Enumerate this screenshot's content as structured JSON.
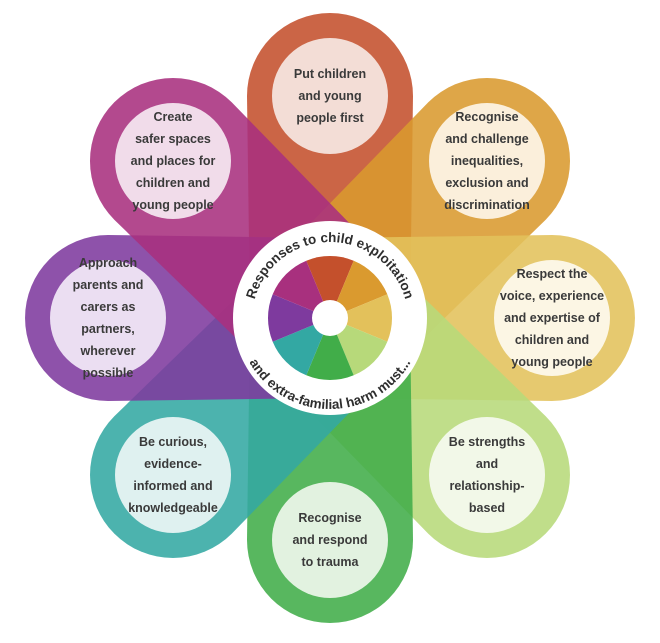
{
  "center": {
    "top_text": "Responses to child exploitation",
    "bottom_text": "and extra-familial harm must..."
  },
  "petals": [
    {
      "id": "put-children-first",
      "color": "#c4502c",
      "fill": "#f3ddd6",
      "lines": [
        "Put children",
        "and young",
        "people first"
      ]
    },
    {
      "id": "recognise-challenge-inequalities",
      "color": "#da9a2f",
      "fill": "#fbefdb",
      "lines": [
        "Recognise",
        "and challenge",
        "inequalities,",
        "exclusion and",
        "discrimination"
      ]
    },
    {
      "id": "respect-voice",
      "color": "#e3c15b",
      "fill": "#fcf6e4",
      "lines": [
        "Respect the",
        "voice, experience",
        "and expertise of",
        "children and",
        "young people"
      ]
    },
    {
      "id": "strengths-relationship-based",
      "color": "#b7d97a",
      "fill": "#f2f8e8",
      "lines": [
        "Be strengths",
        "and",
        "relationship-",
        "based"
      ]
    },
    {
      "id": "recognise-respond-trauma",
      "color": "#41ad49",
      "fill": "#e2f2e0",
      "lines": [
        "Recognise",
        "and respond",
        "to trauma"
      ]
    },
    {
      "id": "be-curious",
      "color": "#33a8a3",
      "fill": "#dff1f0",
      "lines": [
        "Be curious,",
        "evidence-",
        "informed and",
        "knowledgeable"
      ]
    },
    {
      "id": "approach-parents",
      "color": "#7e3a9e",
      "fill": "#ebdef2",
      "lines": [
        "Approach",
        "parents and",
        "carers as",
        "partners,",
        "wherever",
        "possible"
      ]
    },
    {
      "id": "create-safer-spaces",
      "color": "#a8307e",
      "fill": "#f1dcea",
      "lines": [
        "Create",
        "safer spaces",
        "and  places for",
        "children and",
        "young people"
      ]
    }
  ]
}
